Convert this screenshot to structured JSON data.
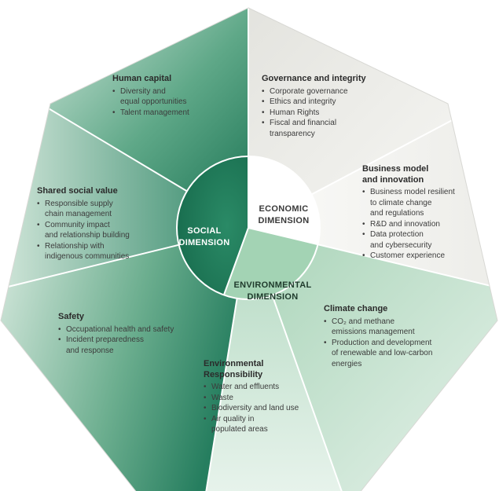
{
  "dimensions": {
    "social": "SOCIAL\nDIMENSION",
    "economic": "ECONOMIC\nDIMENSION",
    "environmental": "ENVIRONMENTAL\nDIMENSION"
  },
  "segments": {
    "human_capital": {
      "title": "Human capital",
      "items": [
        "Diversity and\nequal opportunities",
        "Talent management"
      ]
    },
    "governance": {
      "title": "Governance and integrity",
      "items": [
        "Corporate governance",
        "Ethics and integrity",
        "Human Rights",
        "Fiscal and financial\ntransparency"
      ]
    },
    "business_model": {
      "title": "Business model\nand innovation",
      "items": [
        "Business model resilient\nto climate change\nand regulations",
        "R&D and innovation",
        "Data protection\nand cybersecurity",
        "Customer experience"
      ]
    },
    "shared_social_value": {
      "title": "Shared social value",
      "items": [
        "Responsible supply\nchain management",
        "Community impact\nand relationship building",
        "Relationship with\nindigenous communities"
      ]
    },
    "safety": {
      "title": "Safety",
      "items": [
        "Occupational health and safety",
        "Incident preparedness\nand response"
      ]
    },
    "climate_change": {
      "title": "Climate change",
      "items": [
        "CO₂ and methane\nemissions management",
        "Production and development\nof renewable and low-carbon\nenergies"
      ]
    },
    "environmental_responsibility": {
      "title": "Environmental\nResponsibility",
      "items": [
        "Water and effluents",
        "Waste",
        "Biodiversity and land use",
        "Air quality in\npopulated areas"
      ]
    }
  },
  "colors": {
    "social_dark": "#1f7a5c",
    "social_light": "#d3e6dc",
    "economic": "#f2f2ef",
    "environmental": "#c5e2cf",
    "center_social": "#1e7a5a",
    "center_economic": "#ffffff",
    "center_environmental": "#9ccfae"
  }
}
